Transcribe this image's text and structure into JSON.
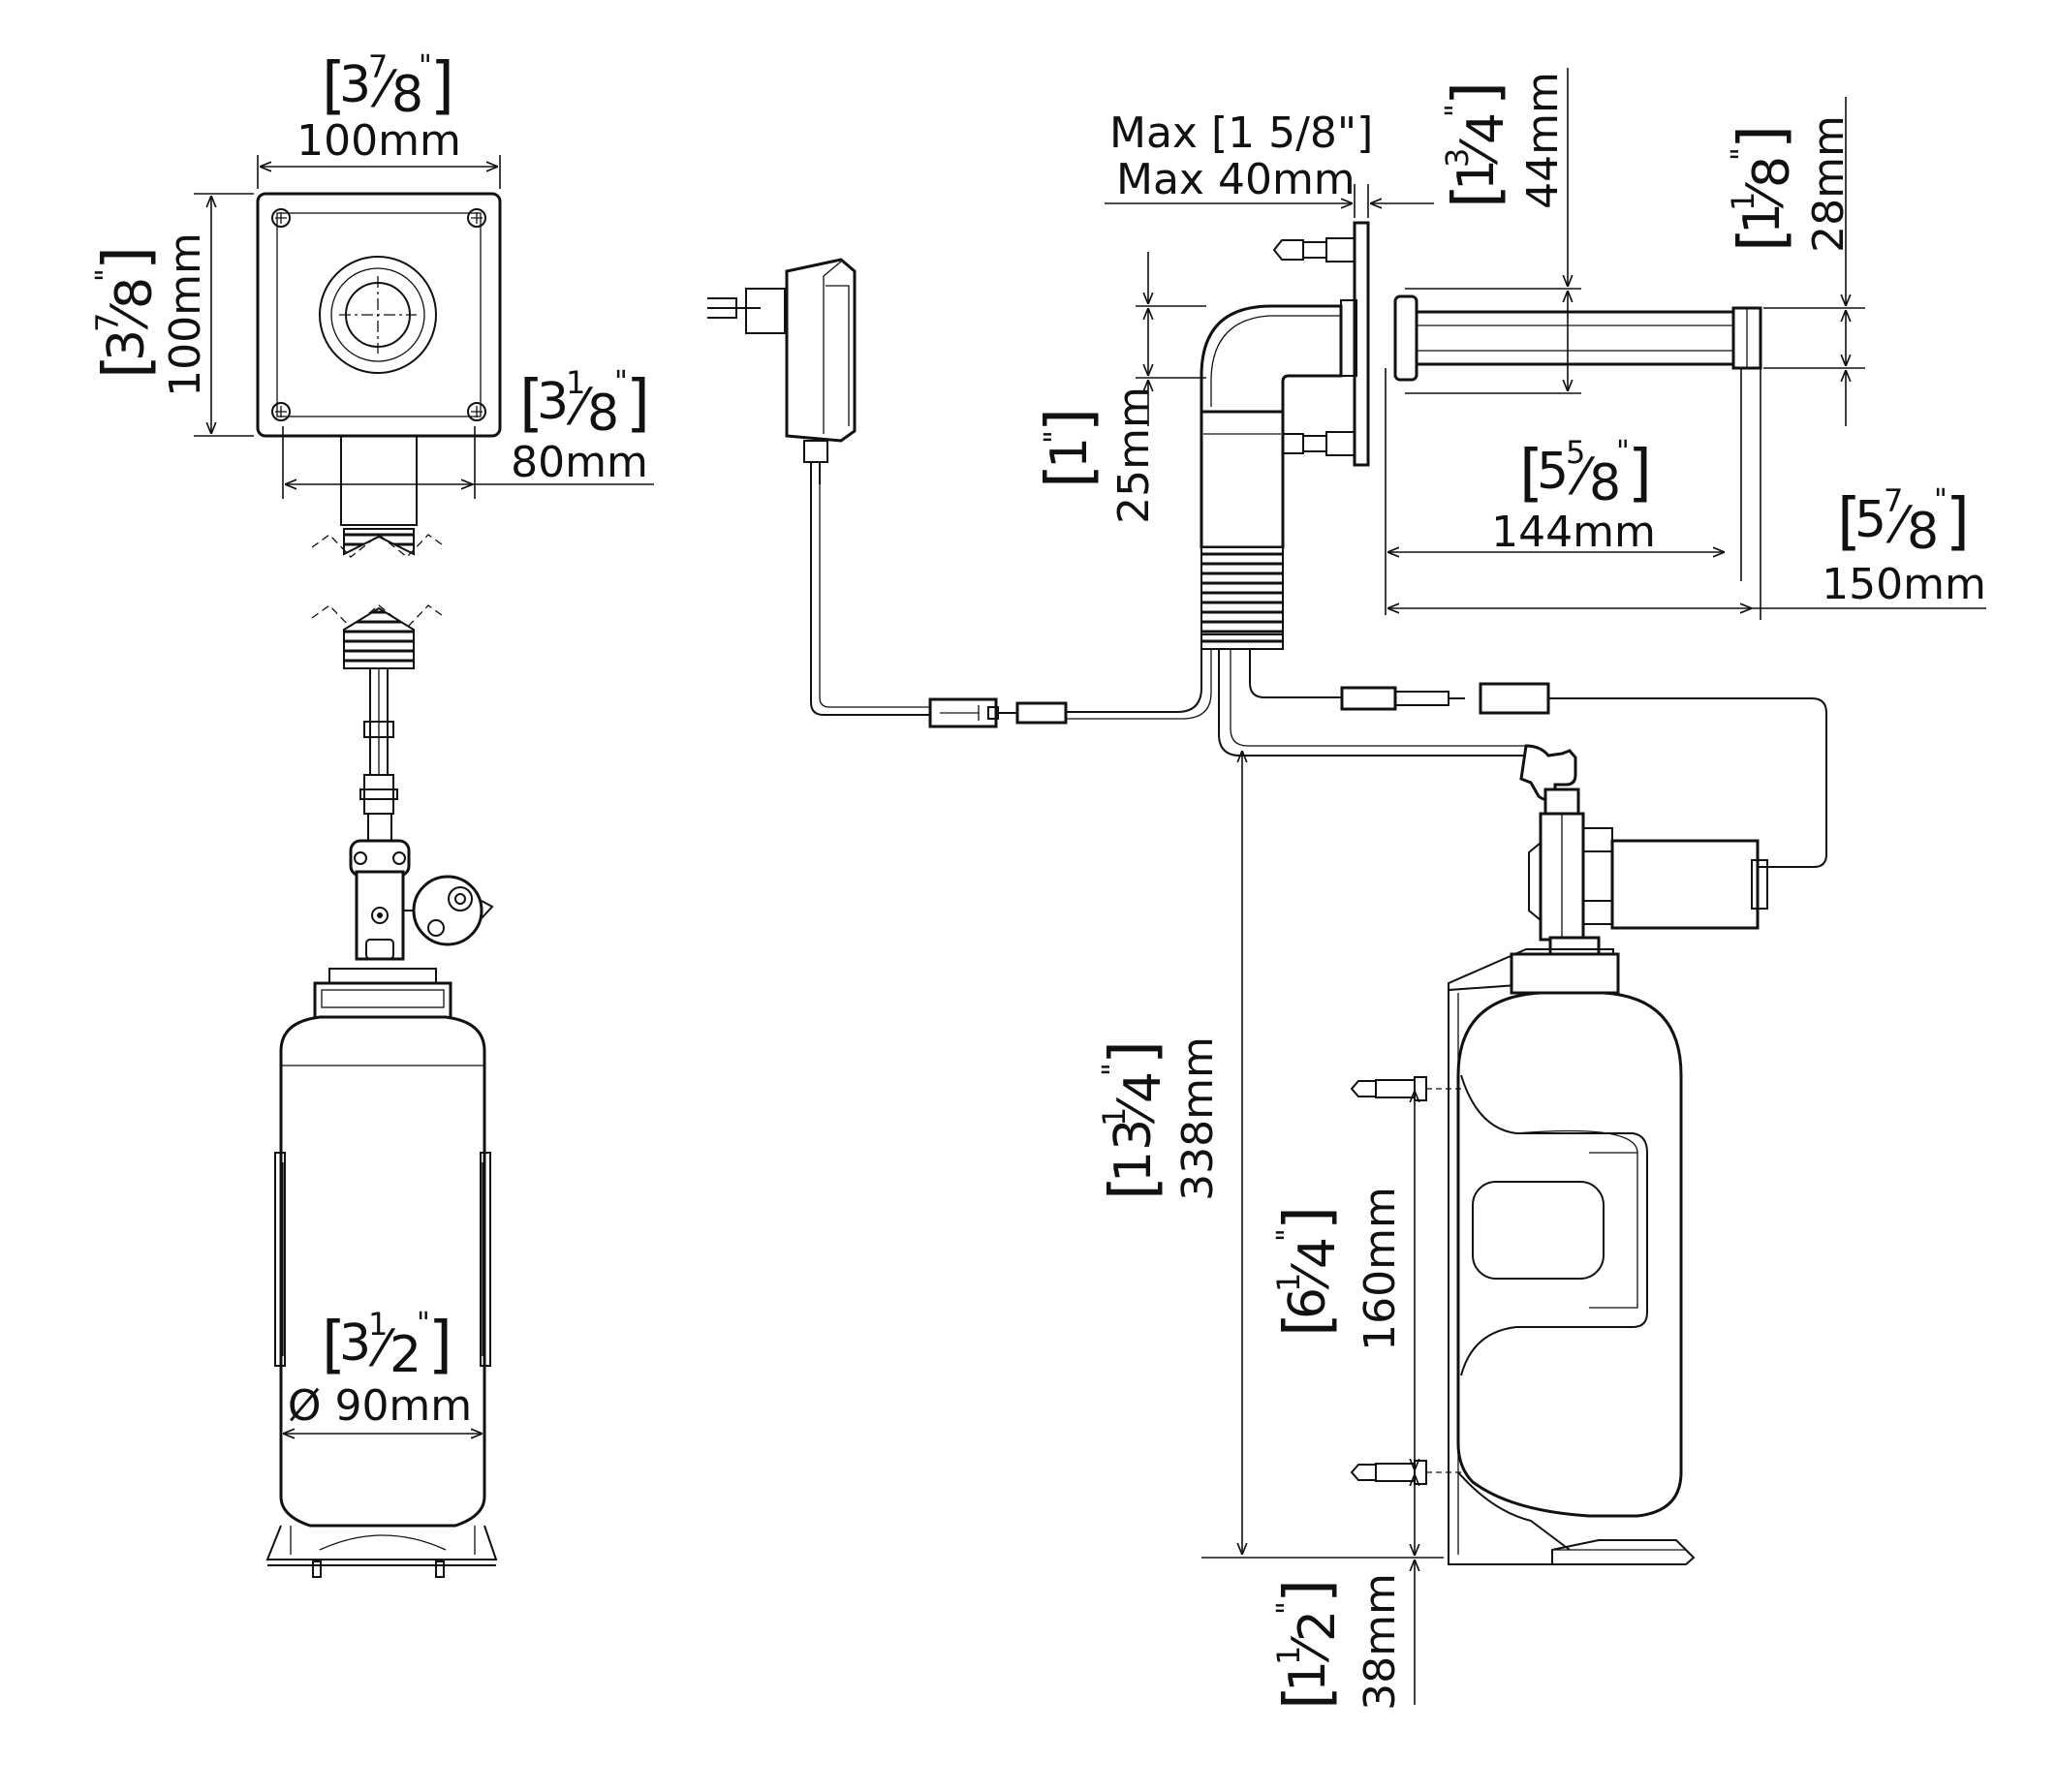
{
  "dimensions": {
    "top_view_width": {
      "inch": "[3 7/8\"]",
      "mm": "100mm"
    },
    "top_view_height": {
      "inch": "[3 7/8\"]",
      "mm": "100mm"
    },
    "plate_width": {
      "inch": "[3 1/8\"]",
      "mm": "80mm"
    },
    "bottle_diameter": {
      "inch": "[3 1/2\"]",
      "mm": "Ø 90mm"
    },
    "max_wall": {
      "inch": "Max [1 5/8\"]",
      "mm": "Max 40mm"
    },
    "spout_height": {
      "inch": "[1 3/4\"]",
      "mm": "44mm"
    },
    "nozzle_height": {
      "inch": "[1 1/8\"]",
      "mm": "28mm"
    },
    "body_offset": {
      "inch": "[1\"]",
      "mm": "25mm"
    },
    "spout_reach": {
      "inch": "[5 5/8\"]",
      "mm": "144mm"
    },
    "total_reach": {
      "inch": "[5 7/8\"]",
      "mm": "150mm"
    },
    "total_height": {
      "inch": "[13 1/4\"]",
      "mm": "338mm"
    },
    "bracket_spacing": {
      "inch": "[6 1/4\"]",
      "mm": "160mm"
    },
    "bottom_clearance": {
      "inch": "[1 1/2\"]",
      "mm": "38mm"
    }
  },
  "inch_parts": {
    "top_view_width": [
      "3",
      "7",
      "8"
    ],
    "top_view_height": [
      "3",
      "7",
      "8"
    ],
    "plate_width": [
      "3",
      "1",
      "8"
    ],
    "bottle_diameter": [
      "3",
      "1",
      "2"
    ],
    "spout_height": [
      "1",
      "3",
      "4"
    ],
    "nozzle_height": [
      "1",
      "1",
      "8"
    ],
    "body_offset": [
      "1"
    ],
    "spout_reach": [
      "5",
      "5",
      "8"
    ],
    "total_reach": [
      "5",
      "7",
      "8"
    ],
    "total_height": [
      "13",
      "1",
      "4"
    ],
    "bracket_spacing": [
      "6",
      "1",
      "4"
    ],
    "bottom_clearance": [
      "1",
      "1",
      "2"
    ]
  }
}
